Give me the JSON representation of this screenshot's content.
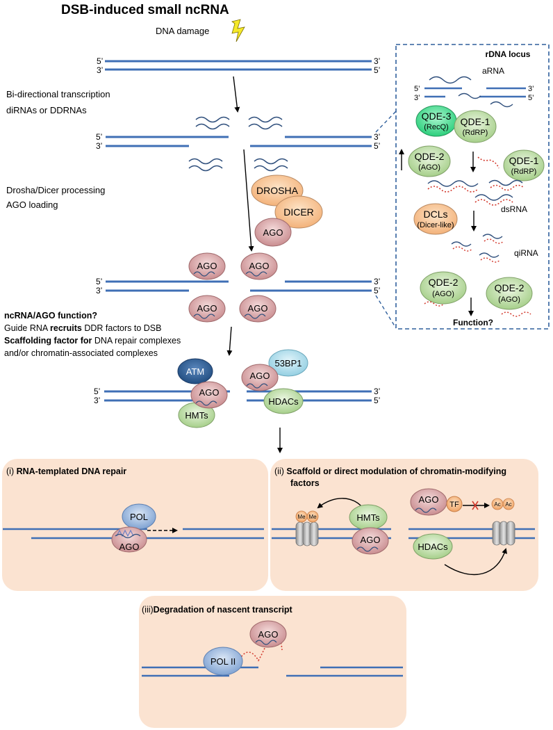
{
  "title": "DSB-induced small ncRNA",
  "labels": {
    "dna_damage": "DNA damage",
    "bidirectional": "Bi-directional transcription",
    "dirnas": "diRNAs or DDRNAs",
    "processing": "Drosha/Dicer processing",
    "loading": "AGO loading",
    "function_q": "ncRNA/AGO function?",
    "guide_pre": "Guide RNA ",
    "guide_bold": "recruits",
    "guide_post": " DDR factors to DSB",
    "scaffold_bold": "Scaffolding factor for",
    "scaffold_post": " DNA repair complexes",
    "andor": "and/or  chromatin-associated complexes",
    "prime5": "5’",
    "prime3": "3’"
  },
  "rdna": {
    "title": "rDNA locus",
    "arna": "aRNA",
    "dsrna": "dsRNA",
    "qirna": "qiRNA",
    "function": "Function?"
  },
  "proteins": {
    "drosha": "DROSHA",
    "dicer": "DICER",
    "ago": "AGO",
    "atm": "ATM",
    "p53bp1": "53BP1",
    "hdacs": "HDACs",
    "hmts": "HMTs",
    "qde3": "QDE-3",
    "recq": "(RecQ)",
    "qde1": "QDE-1",
    "rdrp": "(RdRP)",
    "qde2": "QDE-2",
    "ago_paren": "(AGO)",
    "dcls": "DCLs",
    "dicer_like": "(Dicer-like)",
    "pol": "POL",
    "pol2": "POL II",
    "tf": "TF",
    "me": "Me",
    "ac": "Ac"
  },
  "panels": {
    "p1_num": "(i) ",
    "p1_title": "RNA-templated DNA repair",
    "p2_num": "(ii) ",
    "p2_title_line1": "Scaffold or direct modulation of chromatin-modifying",
    "p2_title_line2": "factors",
    "p3_num": "(iii)",
    "p3_title": "Degradation of nascent transcript"
  },
  "colors": {
    "dna": "#3f6fb5",
    "ago_fill": "#d9a0a2",
    "drosha_fill": "#f7c596",
    "green_fill": "#b9dca3",
    "bright_green": "#4fe39a",
    "blue_prot": "#8fb0dc",
    "atm_fill": "#2c5c93",
    "p53bp1_fill": "#a9dcea",
    "panel_bg": "#fbe3d1",
    "rna_red": "#d33b2f",
    "dash_box": "#2f5f9c"
  }
}
